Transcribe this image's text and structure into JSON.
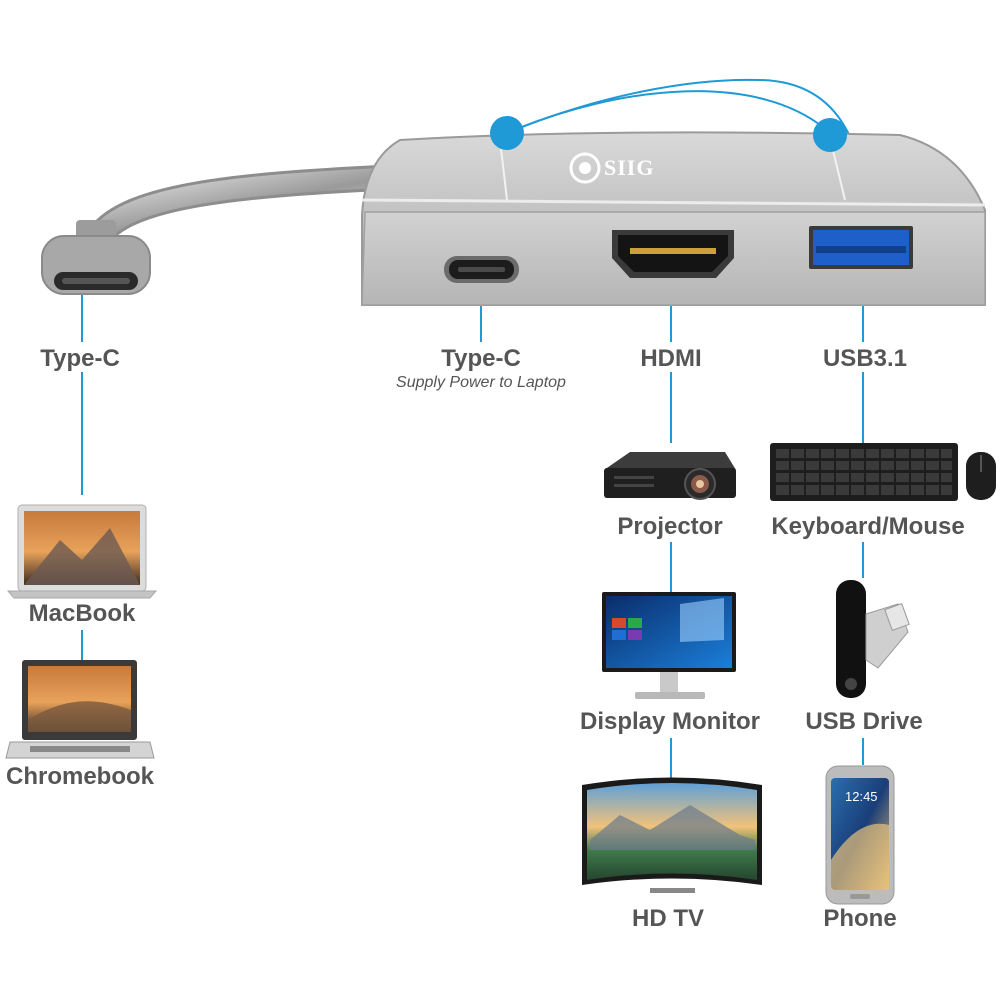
{
  "brand": {
    "logo_text": "SIIG"
  },
  "colors": {
    "connector_blue": "#1f9ad6",
    "label_gray": "#555555",
    "hub_silver": "#b8b8b8",
    "hub_face": "#c9c9c9"
  },
  "ports": {
    "input_typec": {
      "label": "Type-C"
    },
    "pd_typec": {
      "label": "Type-C",
      "sublabel": "Supply Power to Laptop"
    },
    "hdmi": {
      "label": "HDMI"
    },
    "usb": {
      "label": "USB3.1"
    }
  },
  "devices": {
    "macbook": {
      "label": "MacBook",
      "icon": "laptop-icon"
    },
    "chromebook": {
      "label": "Chromebook",
      "icon": "laptop-icon"
    },
    "projector": {
      "label": "Projector",
      "icon": "projector-icon"
    },
    "display_monitor": {
      "label": "Display Monitor",
      "icon": "monitor-icon"
    },
    "hd_tv": {
      "label": "HD TV",
      "icon": "tv-icon"
    },
    "keyboard_mouse": {
      "label": "Keyboard/Mouse",
      "icon": "keyboard-icon"
    },
    "usb_drive": {
      "label": "USB Drive",
      "icon": "usb-drive-icon"
    },
    "phone": {
      "label": "Phone",
      "icon": "phone-icon",
      "screen_time": "12:45"
    }
  }
}
